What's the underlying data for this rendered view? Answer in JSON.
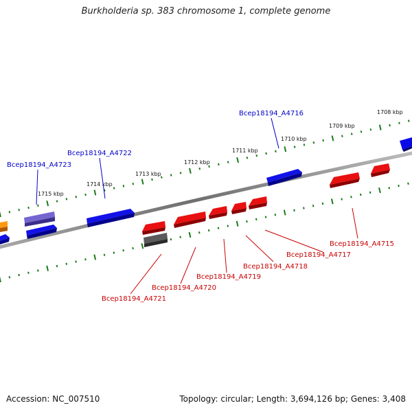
{
  "title": "Burkholderia sp. 383 chromosome 1, complete genome",
  "footer": {
    "accession": "Accession: NC_007510",
    "stats": "Topology: circular; Length: 3,694,126 bp; Genes: 3,408"
  },
  "colors": {
    "forward_gene": "#0a0ae6",
    "reverse_gene": "#e60a0a",
    "highlight_gene": "#6a5ac8",
    "pseudo_gene": "#555555",
    "partial_gene": "#ff8c00",
    "tick": "#1a7a1a",
    "backbone": "#8a8a8a",
    "forward_label": "#0000c8",
    "reverse_label": "#c80000"
  },
  "scale_labels": [
    "1708 kbp",
    "1709 kbp",
    "1710 kbp",
    "1711 kbp",
    "1712 kbp",
    "1713 kbp",
    "1714 kbp",
    "1715 kbp"
  ],
  "forward_gene_labels": [
    "Bcep18194_A4716",
    "Bcep18194_A4722",
    "Bcep18194_A4723"
  ],
  "reverse_gene_labels": [
    "Bcep18194_A4715",
    "Bcep18194_A4717",
    "Bcep18194_A4718",
    "Bcep18194_A4719",
    "Bcep18194_A4720",
    "Bcep18194_A4721"
  ]
}
